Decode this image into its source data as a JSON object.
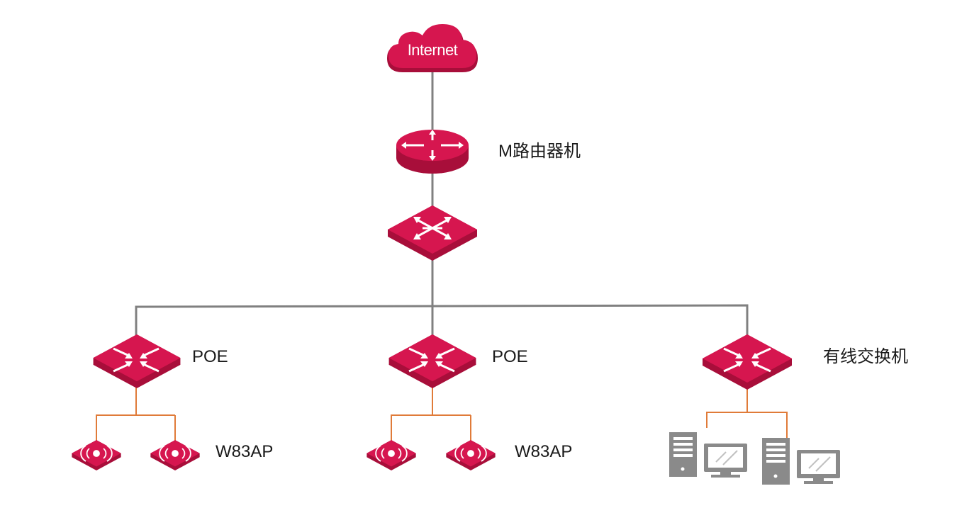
{
  "internet": {
    "label": "Internet"
  },
  "router": {
    "label": "M路由器机"
  },
  "poe_left": {
    "label": "POE"
  },
  "poe_center": {
    "label": "POE"
  },
  "wired_switch": {
    "label": "有线交换机"
  },
  "ap_left": {
    "label": "W83AP"
  },
  "ap_center": {
    "label": "W83AP"
  },
  "colors": {
    "device": "#d6164f",
    "device_dark": "#a80e3a",
    "trunk_line": "#808080",
    "access_line": "#e07b39",
    "computer": "#8a8a8a"
  }
}
